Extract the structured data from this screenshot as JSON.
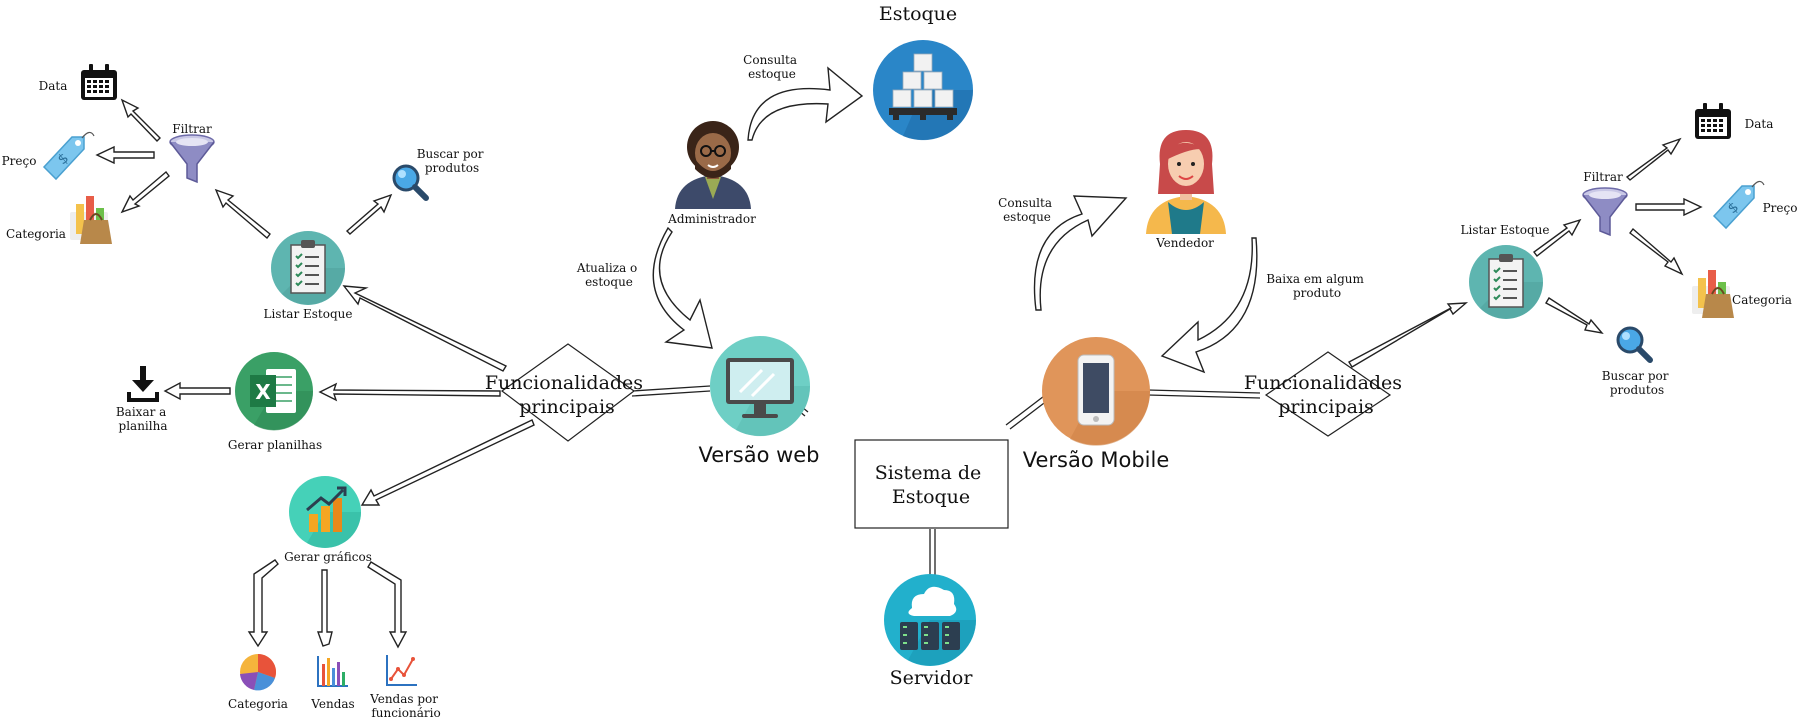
{
  "labels": {
    "estoque_title": "Estoque",
    "consulta_estoque_admin": [
      "Consulta",
      "estoque"
    ],
    "administrador": "Administrador",
    "atualiza_estoque": [
      "Atualiza o",
      "estoque"
    ],
    "consulta_estoque_vend": [
      "Consulta",
      "estoque"
    ],
    "vendedor": "Vendedor",
    "baixa_produto": [
      "Baixa em algum",
      "produto"
    ],
    "versao_web": "Versão web",
    "versao_mobile": "Versão Mobile",
    "sistema": [
      "Sistema de",
      "Estoque"
    ],
    "servidor": "Servidor",
    "func_left": [
      "Funcionalidades",
      "principais"
    ],
    "func_right": [
      "Funcionalidades",
      "principais"
    ]
  },
  "left": {
    "data": "Data",
    "preco": "Preço",
    "categoria": "Categoria",
    "filtrar": "Filtrar",
    "buscar": [
      "Buscar por",
      "produtos"
    ],
    "listar": "Listar Estoque",
    "baixar": [
      "Baixar a",
      "planilha"
    ],
    "gerar_planilhas": "Gerar planilhas",
    "gerar_graficos": "Gerar gráficos",
    "chart_categoria": "Categoria",
    "chart_vendas": "Vendas",
    "chart_vendas_func": [
      "Vendas por",
      "funcionário"
    ]
  },
  "right": {
    "data": "Data",
    "preco": "Preço",
    "categoria": "Categoria",
    "filtrar": "Filtrar",
    "listar": "Listar Estoque",
    "buscar": [
      "Buscar por",
      "produtos"
    ]
  },
  "colors": {
    "teal_circle": "#5eb5b0",
    "web_circle": "#6ecfc5",
    "mobile_circle": "#e0955a",
    "excel_circle": "#3aa066",
    "graph_circle": "#45d1b8",
    "server_circle": "#22b0cc",
    "box_circle": "#2a86c8"
  },
  "icons": [
    "calendar-icon",
    "price-tag-icon",
    "bag-icon",
    "funnel-icon",
    "magnifier-icon",
    "clipboard-icon",
    "download-icon",
    "excel-icon",
    "bar-chart-icon",
    "pie-chart-icon",
    "line-chart-icon",
    "monitor-icon",
    "phone-icon",
    "cloud-server-icon",
    "boxes-icon",
    "administrator-avatar",
    "vendedor-avatar"
  ]
}
